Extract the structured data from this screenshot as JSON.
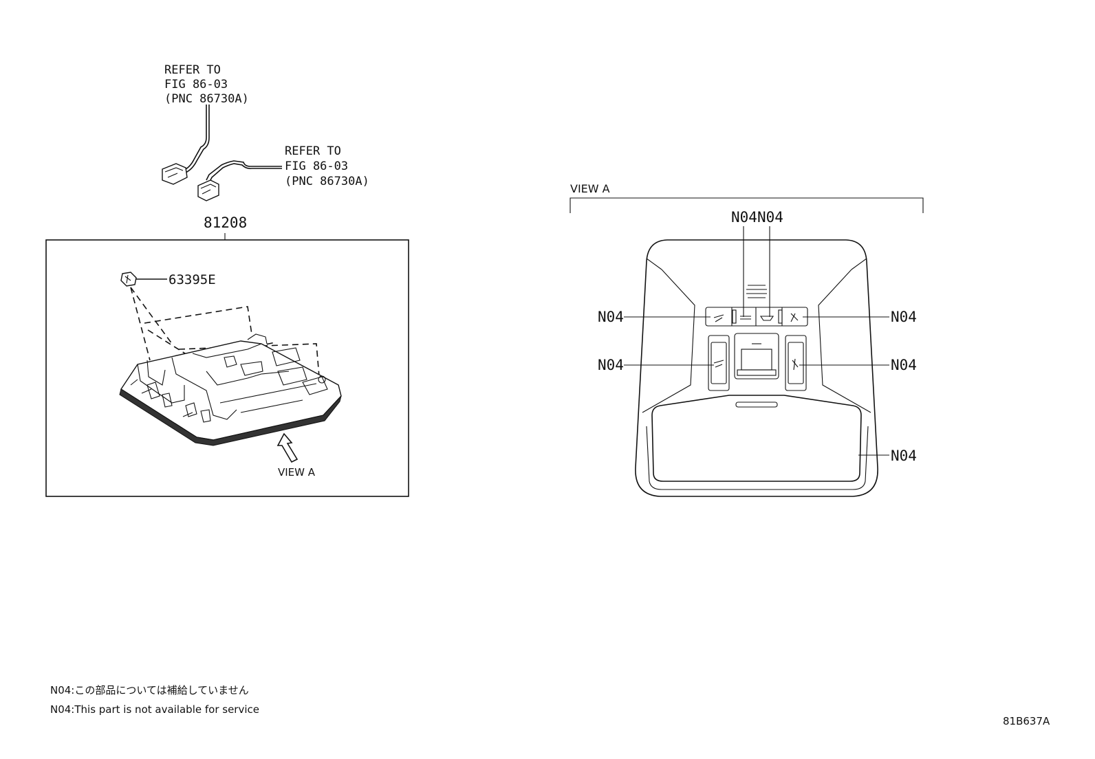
{
  "refer_1": [
    "REFER TO",
    "FIG 86-03",
    "(PNC 86730A)"
  ],
  "refer_2": [
    "REFER TO",
    "FIG 86-03",
    "(PNC 86730A)"
  ],
  "part_main": "81208",
  "part_clip": "63395E",
  "view_arrow_label": "VIEW A",
  "view_title": "VIEW A",
  "callout": "N04",
  "notes": {
    "jp": "N04:この部品については補給していません",
    "en": "N04:This part is not available for service"
  },
  "figure_code": "81B637A"
}
